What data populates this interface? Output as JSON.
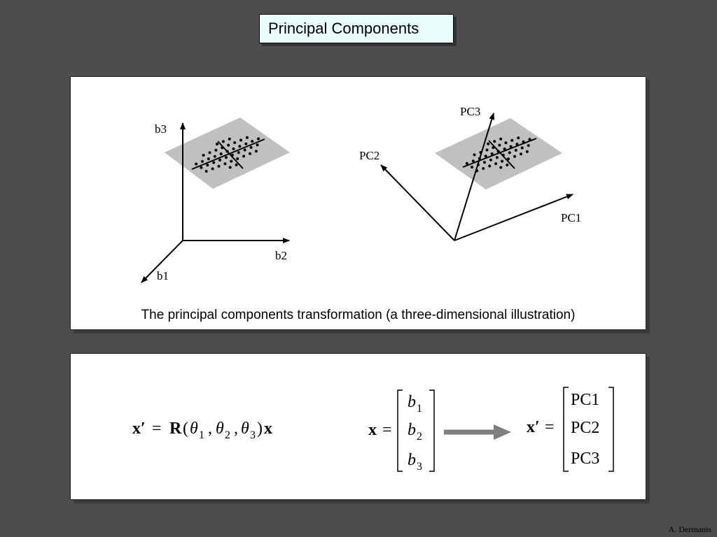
{
  "title": "Principal Components",
  "diagram": {
    "original_axes": {
      "b1": "b1",
      "b2": "b2",
      "b3": "b3"
    },
    "pc_axes": {
      "pc1": "PC1",
      "pc2": "PC2",
      "pc3": "PC3"
    },
    "caption": "The principal components transformation (a three-dimensional illustration)"
  },
  "equations": {
    "transform": {
      "lhs": "x′",
      "eq": "=",
      "R": "R",
      "open": "(",
      "theta": "θ",
      "sub1": "1",
      "sub2": "2",
      "sub3": "3",
      "comma": ",",
      "close": ")",
      "x": "x"
    },
    "x_vector": {
      "lhs": "x",
      "eq": "=",
      "b": "b",
      "subs": [
        "1",
        "2",
        "3"
      ]
    },
    "pc_vector": {
      "lhs": "x′",
      "eq": "=",
      "entries": [
        "PC1",
        "PC2",
        "PC3"
      ]
    }
  },
  "author": "A. Dermanis"
}
